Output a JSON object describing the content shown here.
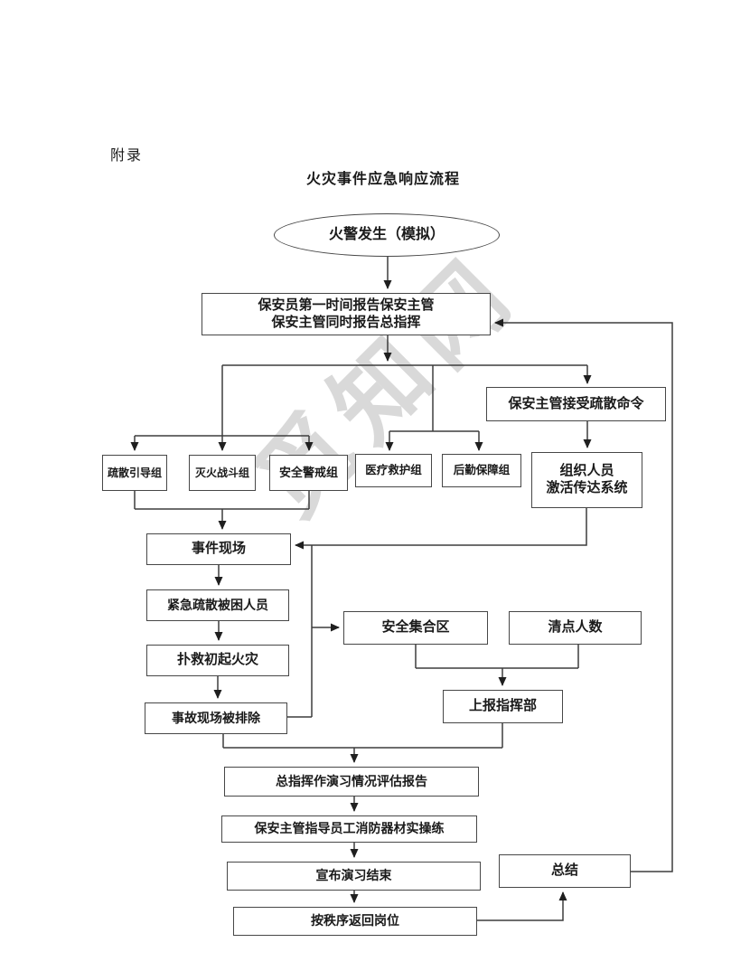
{
  "page": {
    "appendix_label": "附录",
    "title": "火灾事件应急响应流程",
    "watermark": "觅知网"
  },
  "nodes": {
    "start": {
      "label": "火警发生（模拟）",
      "shape": "ellipse"
    },
    "report": {
      "line1": "保安员第一时间报告保安主管",
      "line2": "保安主管同时报告总指挥"
    },
    "accept_order": {
      "label": "保安主管接受疏散命令"
    },
    "evacuation_guide_group": {
      "label": "疏散引导组"
    },
    "fire_fighting_group": {
      "label": "灭火战斗组"
    },
    "security_cordon_group": {
      "label": "安全警戒组"
    },
    "medical_rescue_group": {
      "label": "医疗救护组"
    },
    "logistics_support_group": {
      "label": "后勤保障组"
    },
    "organize_people": {
      "line1": "组织人员",
      "line2": "激活传达系统"
    },
    "incident_scene": {
      "label": "事件现场"
    },
    "evacuate_trapped": {
      "label": "紧急疏散被困人员"
    },
    "extinguish_initial_fire": {
      "label": "扑救初起火灾"
    },
    "scene_cleared": {
      "label": "事故现场被排除"
    },
    "assembly_area": {
      "label": "安全集合区"
    },
    "headcount": {
      "label": "清点人数"
    },
    "report_to_hq": {
      "label": "上报指挥部"
    },
    "evaluation_report": {
      "label": "总指挥作演习情况评估报告"
    },
    "equipment_drill": {
      "label": "保安主管指导员工消防器材实操练"
    },
    "announce_end": {
      "label": "宣布演习结束"
    },
    "summary": {
      "label": "总结"
    },
    "return_to_posts": {
      "label": "按秩序返回岗位"
    }
  },
  "colors": {
    "line": "#3d3d3d",
    "arrowhead": "#1f1f1f",
    "box_border": "#474747",
    "text": "#1a1a1a",
    "watermark_gray": "#828282",
    "background": "#ffffff"
  }
}
